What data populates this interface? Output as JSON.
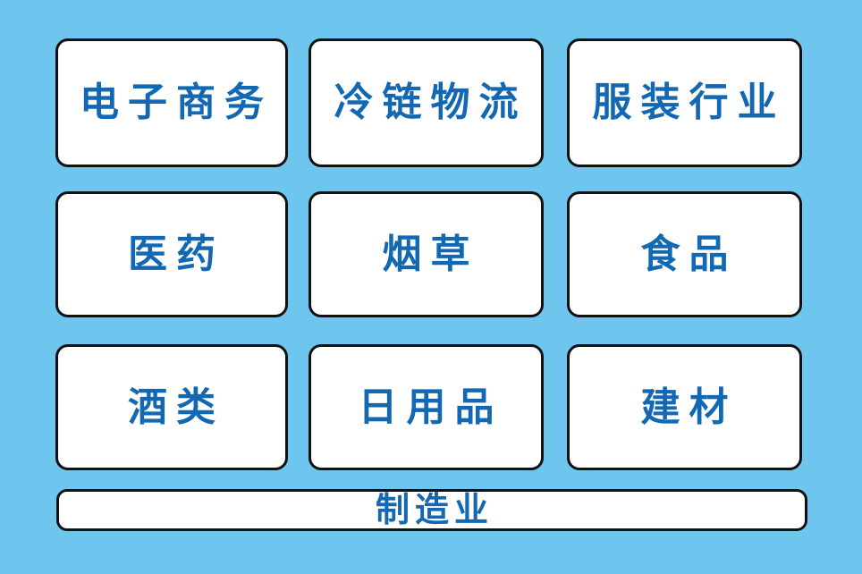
{
  "colors": {
    "background": "#6EC6EE",
    "card_background": "#FFFFFF",
    "card_border": "#111111",
    "label_text": "#1268B2"
  },
  "cards": [
    {
      "label": "电子商务"
    },
    {
      "label": "冷链物流"
    },
    {
      "label": "服装行业"
    },
    {
      "label": "医药"
    },
    {
      "label": "烟草"
    },
    {
      "label": "食品"
    },
    {
      "label": "酒类"
    },
    {
      "label": "日用品"
    },
    {
      "label": "建材"
    }
  ],
  "bottom_card": {
    "label": "制造业"
  }
}
